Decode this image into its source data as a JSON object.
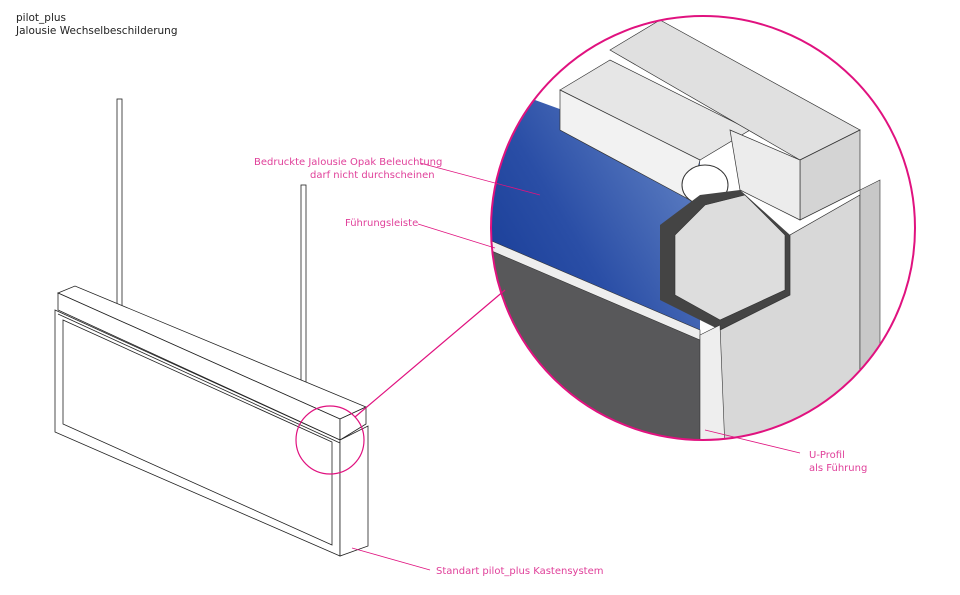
{
  "header": {
    "line1": "pilot_plus",
    "line2": "Jalousie Wechselbeschilderung"
  },
  "labels": {
    "jalousie_1": "Bedruckte Jalousie Opak Beleuchtung",
    "jalousie_2": "darf nicht durchscheinen",
    "fuehrungsleiste": "Führungsleiste",
    "uprofil_1": "U-Profil",
    "uprofil_2": "als Führung",
    "kasten": "Standart pilot_plus Kastensystem"
  },
  "colors": {
    "accent": "#e0127f",
    "blue": "#0a2f8a",
    "dark": "#58585a"
  }
}
